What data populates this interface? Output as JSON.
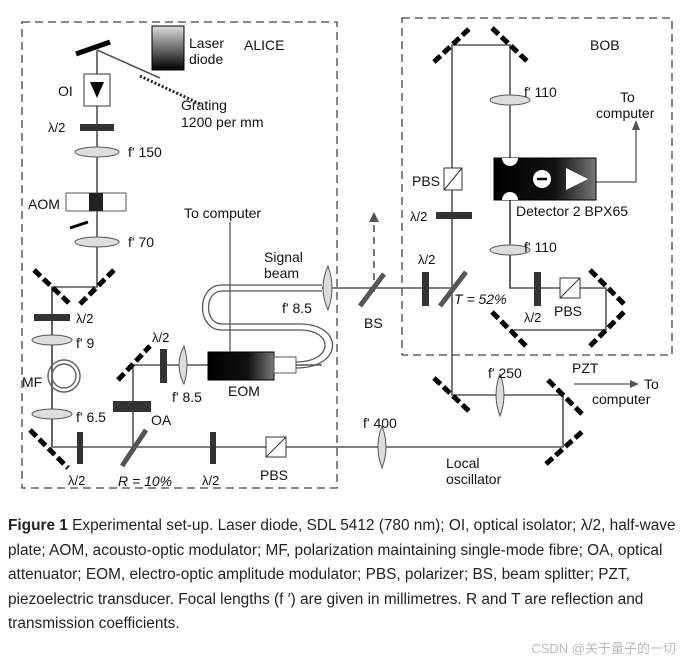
{
  "diagram": {
    "sections": {
      "alice": "ALICE",
      "bob": "BOB"
    },
    "labels": {
      "laser_diode": [
        "Laser",
        "diode"
      ],
      "grating": [
        "Grating",
        "1200 per mm"
      ],
      "oi": "OI",
      "half_wave": "λ/2",
      "aom": "AOM",
      "mf": "MF",
      "oa": "OA",
      "eom": "EOM",
      "pbs": "PBS",
      "bs": "BS",
      "pzt": "PZT",
      "to_computer": "To computer",
      "to_computer_bob": [
        "To",
        "computer"
      ],
      "to_computer_pzt": [
        "To",
        "computer"
      ],
      "signal_beam": [
        "Signal",
        "beam"
      ],
      "local_oscillator": [
        "Local",
        "oscillator"
      ],
      "detector": "Detector 2 BPX65",
      "reflection": "R = 10%",
      "transmission": "T = 52%",
      "focal": {
        "f150": "f' 150",
        "f70": "f' 70",
        "f9": "f' 9",
        "f65": "f' 6.5",
        "f85_eom": "f' 8.5",
        "f85_sig": "f' 8.5",
        "f400": "f' 400",
        "f250": "f' 250",
        "f110_top": "f' 110",
        "f110_bot": "f' 110"
      }
    }
  },
  "caption": {
    "label": "Figure 1",
    "text": "Experimental set-up. Laser diode, SDL 5412 (780 nm); OI, optical isolator; λ/2, half-wave plate; AOM, acousto-optic modulator; MF, polarization maintaining single-mode fibre; OA, optical attenuator; EOM, electro-optic amplitude modulator; PBS, polarizer; BS, beam splitter; PZT, piezoelectric transducer. Focal lengths (f ′) are given in millimetres. R and T are reflection and transmission coefficients."
  },
  "watermark": "CSDN @关于量子的一切"
}
